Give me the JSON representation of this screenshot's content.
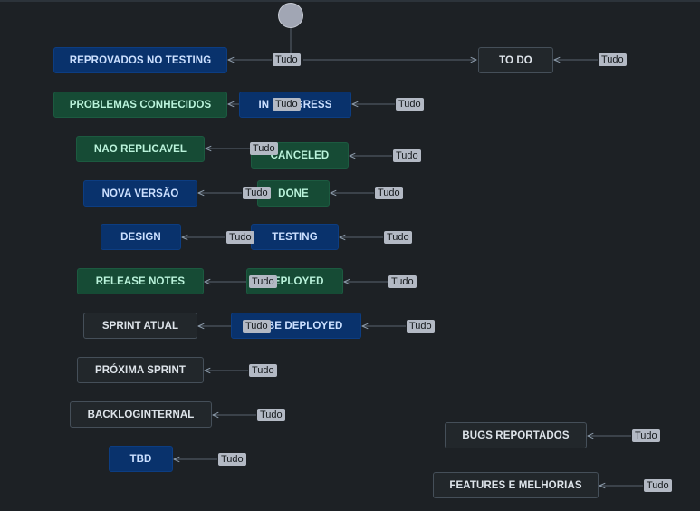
{
  "statuses": {
    "reprovados": "REPROVADOS NO TESTING",
    "todo": "TO DO",
    "problemas": "PROBLEMAS CONHECIDOS",
    "inprogress": "IN PROGRESS",
    "nao_replicavel": "NAO REPLICAVEL",
    "canceled": "CANCELED",
    "nova_versao": "NOVA VERSÃO",
    "done": "DONE",
    "design": "DESIGN",
    "testing": "TESTING",
    "release_notes": "RELEASE NOTES",
    "deployed": "DEPLOYED",
    "sprint_atual": "SPRINT ATUAL",
    "to_be_deployed": "TO BE DEPLOYED",
    "proxima_sprint": "PRÓXIMA SPRINT",
    "backloginternal": "BACKLOGINTERNAL",
    "tbd": "TBD",
    "bugs_reportados": "BUGS REPORTADOS",
    "features": "FEATURES E MELHORIAS"
  },
  "transition_label": "Tudo",
  "colors": {
    "background": "#1d2125",
    "blue_status": "#09326c",
    "green_status": "#164b35",
    "gray_status": "#22272b",
    "badge": "#b3b9c4",
    "start_node": "#a1a6b4"
  }
}
